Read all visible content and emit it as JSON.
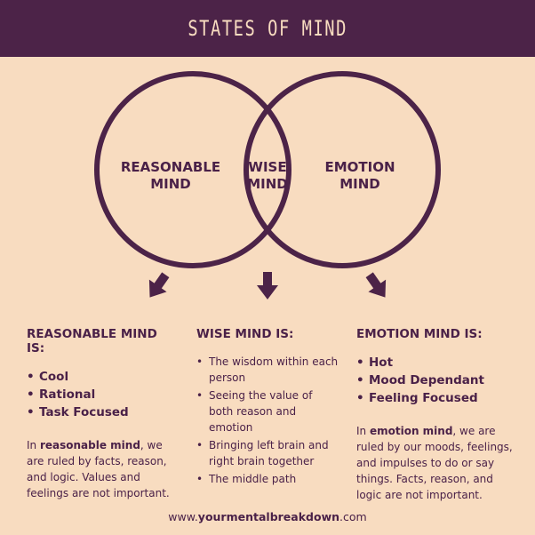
{
  "header": {
    "title": "STATES OF MIND"
  },
  "venn": {
    "left_label": [
      "REASONABLE",
      "MIND"
    ],
    "center_label": [
      "WISE",
      "MIND"
    ],
    "right_label": [
      "EMOTION",
      "MIND"
    ]
  },
  "columns": [
    {
      "title": "REASONABLE MIND IS:",
      "bullets": [
        "Cool",
        "Rational",
        "Task Focused"
      ],
      "para_pre": "In ",
      "para_bold": "reasonable mind",
      "para_post": ", we are ruled by facts, reason, and logic. Values and feelings are not important."
    },
    {
      "title": "WISE MIND IS:",
      "bullets": [
        "The wisdom within each person",
        "Seeing the value of both reason and emotion",
        "Bringing left brain and right brain together",
        "The middle path"
      ]
    },
    {
      "title": "EMOTION MIND IS:",
      "bullets": [
        "Hot",
        "Mood Dependant",
        "Feeling Focused"
      ],
      "para_pre": "In ",
      "para_bold": "emotion mind",
      "para_post": ", we are ruled by our moods, feelings, and impulses to do or say things. Facts, reason, and logic are not important."
    }
  ],
  "footer": {
    "pre": "www.",
    "bold": "yourmentalbreakdown",
    "post": ".com"
  },
  "colors": {
    "background": "#f8dcc0",
    "primary": "#4c2348"
  }
}
